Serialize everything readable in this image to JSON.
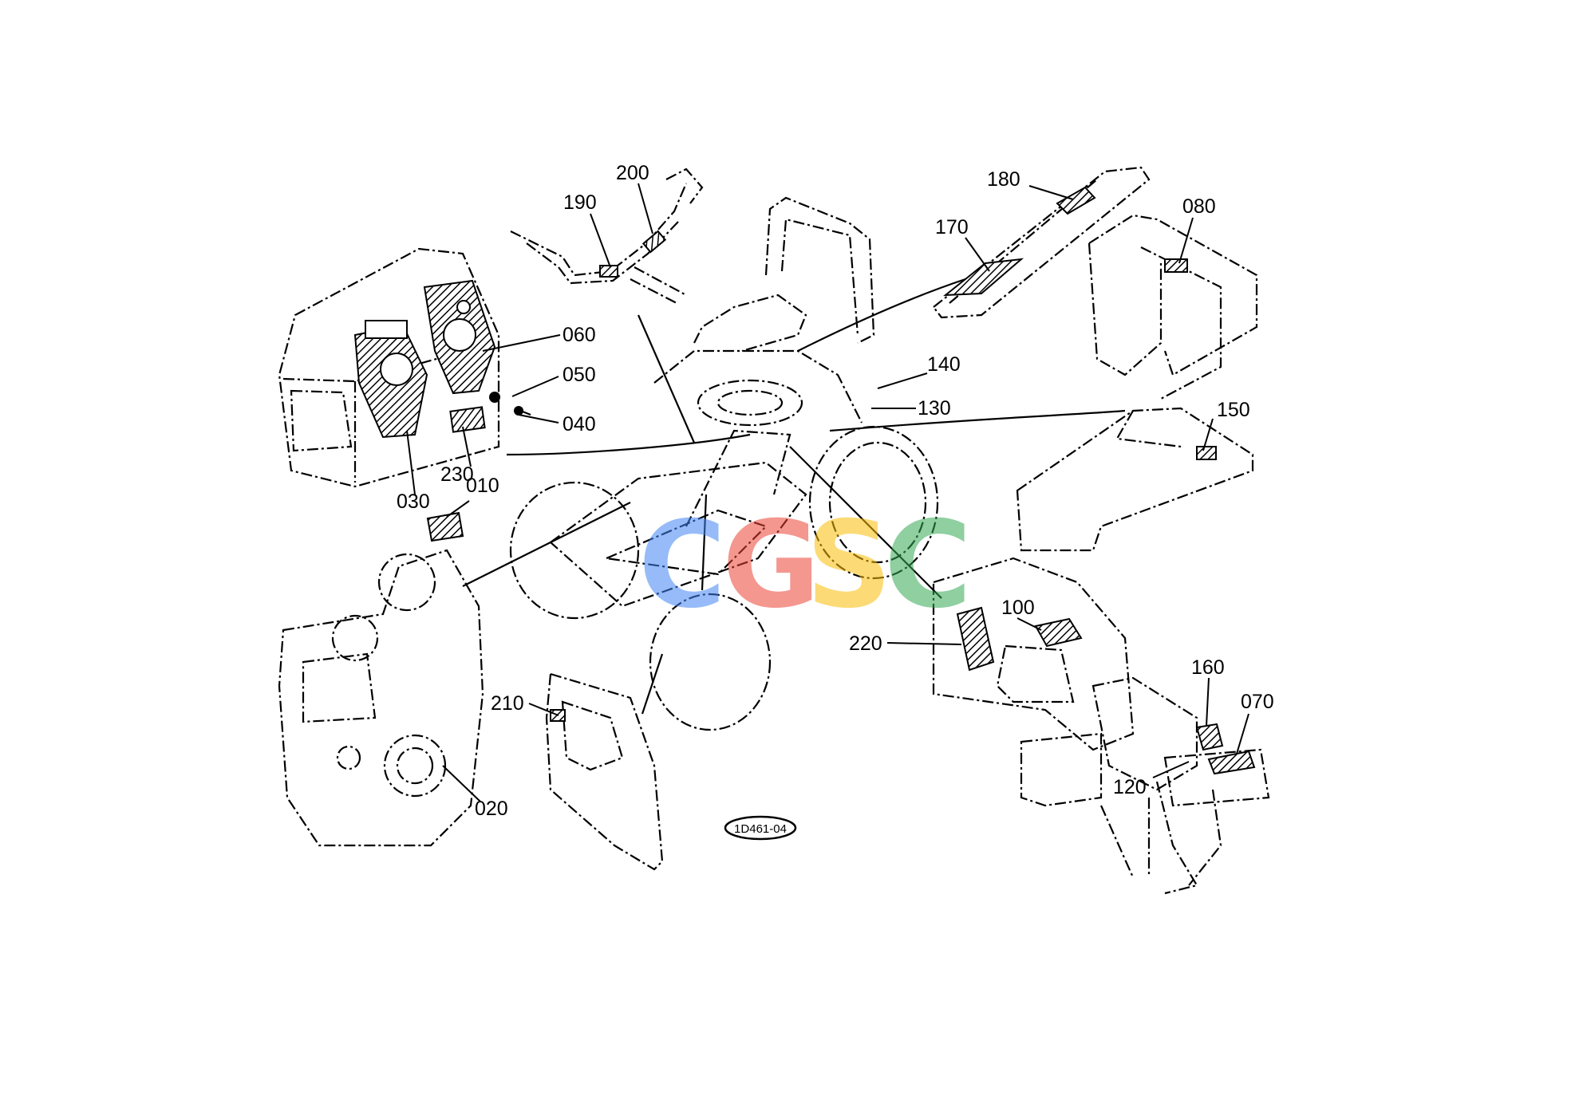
{
  "diagram": {
    "part_labels": [
      "200",
      "190",
      "180",
      "080",
      "170",
      "060",
      "050",
      "040",
      "140",
      "130",
      "150",
      "230",
      "030",
      "010",
      "220",
      "100",
      "160",
      "070",
      "210",
      "120",
      "020"
    ],
    "drawing_number": "1D461-04",
    "watermark": {
      "letters": [
        "C",
        "G",
        "S",
        "C"
      ],
      "colors": [
        "#4285F4",
        "#EA4335",
        "#FBBC05",
        "#34A853"
      ]
    }
  }
}
